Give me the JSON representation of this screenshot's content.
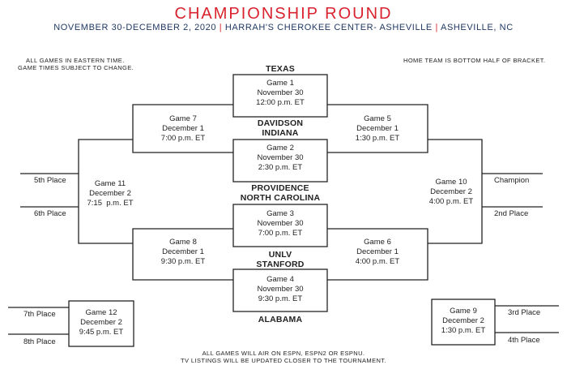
{
  "header": {
    "title": "CHAMPIONSHIP ROUND",
    "dates": "NOVEMBER 30-DECEMBER 2, 2020",
    "venue": "HARRAH'S CHEROKEE CENTER- ASHEVILLE",
    "city": "ASHEVILLE, NC",
    "separator": "|"
  },
  "notes": {
    "time_line1": "ALL GAMES IN EASTERN TIME.",
    "time_line2": "GAME TIMES SUBJECT TO CHANGE.",
    "home": "HOME TEAM IS BOTTOM HALF OF BRACKET.",
    "tv_line1": "ALL GAMES WILL AIR ON ESPN, ESPN2 OR ESPNU.",
    "tv_line2": "TV LISTINGS WILL BE UPDATED CLOSER TO THE TOURNAMENT."
  },
  "colors": {
    "title": "#d9232e",
    "subtitle": "#1f3864",
    "separator": "#d9232e",
    "lines": "#222222"
  },
  "teams": {
    "texas": "TEXAS",
    "davidson": "DAVIDSON",
    "indiana": "INDIANA",
    "providence": "PROVIDENCE",
    "north_carolina": "NORTH CAROLINA",
    "unlv": "UNLV",
    "stanford": "STANFORD",
    "alabama": "ALABAMA"
  },
  "games": {
    "g1": {
      "name": "Game 1",
      "date": "November 30",
      "time": "12:00 p.m. ET"
    },
    "g2": {
      "name": "Game 2",
      "date": "November 30",
      "time": "2:30 p.m. ET"
    },
    "g3": {
      "name": "Game 3",
      "date": "November 30",
      "time": "7:00 p.m. ET"
    },
    "g4": {
      "name": "Game 4",
      "date": "November 30",
      "time": "9:30 p.m. ET"
    },
    "g5": {
      "name": "Game 5",
      "date": "December 1",
      "time": "1:30 p.m. ET"
    },
    "g6": {
      "name": "Game 6",
      "date": "December 1",
      "time": "4:00 p.m. ET"
    },
    "g7": {
      "name": "Game 7",
      "date": "December 1",
      "time": "7:00 p.m. ET"
    },
    "g8": {
      "name": "Game 8",
      "date": "December 1",
      "time": "9:30 p.m. ET"
    },
    "g9": {
      "name": "Game 9",
      "date": "December 2",
      "time": "1:30 p.m. ET"
    },
    "g10": {
      "name": "Game 10",
      "date": "December 2",
      "time": "4:00 p.m. ET"
    },
    "g11": {
      "name": "Game 11",
      "date": "December 2",
      "time": "7:15  p.m. ET"
    },
    "g12": {
      "name": "Game 12",
      "date": "December 2",
      "time": "9:45 p.m. ET"
    }
  },
  "places": {
    "fifth": "5th Place",
    "sixth": "6th Place",
    "seventh": "7th Place",
    "eighth": "8th Place",
    "champion": "Champion",
    "second": "2nd Place",
    "third": "3rd Place",
    "fourth": "4th Place"
  }
}
